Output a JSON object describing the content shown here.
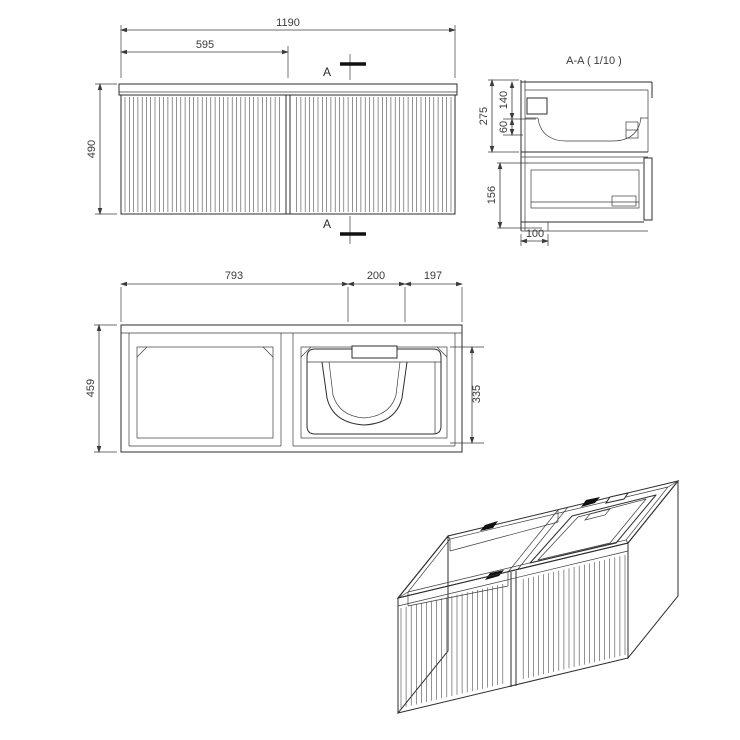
{
  "drawing": {
    "front_view": {
      "dim_width_total": "1190",
      "dim_width_half": "595",
      "dim_height": "490",
      "section_label_top": "A",
      "section_label_bottom": "A"
    },
    "section_view": {
      "title": "A-A ( 1/10 )",
      "dim_upper_height": "275",
      "dim_counter_height": "140",
      "dim_basin_height": "60",
      "dim_drawer_height": "156",
      "dim_bottom_depth": "100"
    },
    "plan_view": {
      "dim_left_width": "793",
      "dim_basin_width": "200",
      "dim_right_width": "197",
      "dim_depth": "459",
      "dim_inner_depth": "335"
    }
  }
}
